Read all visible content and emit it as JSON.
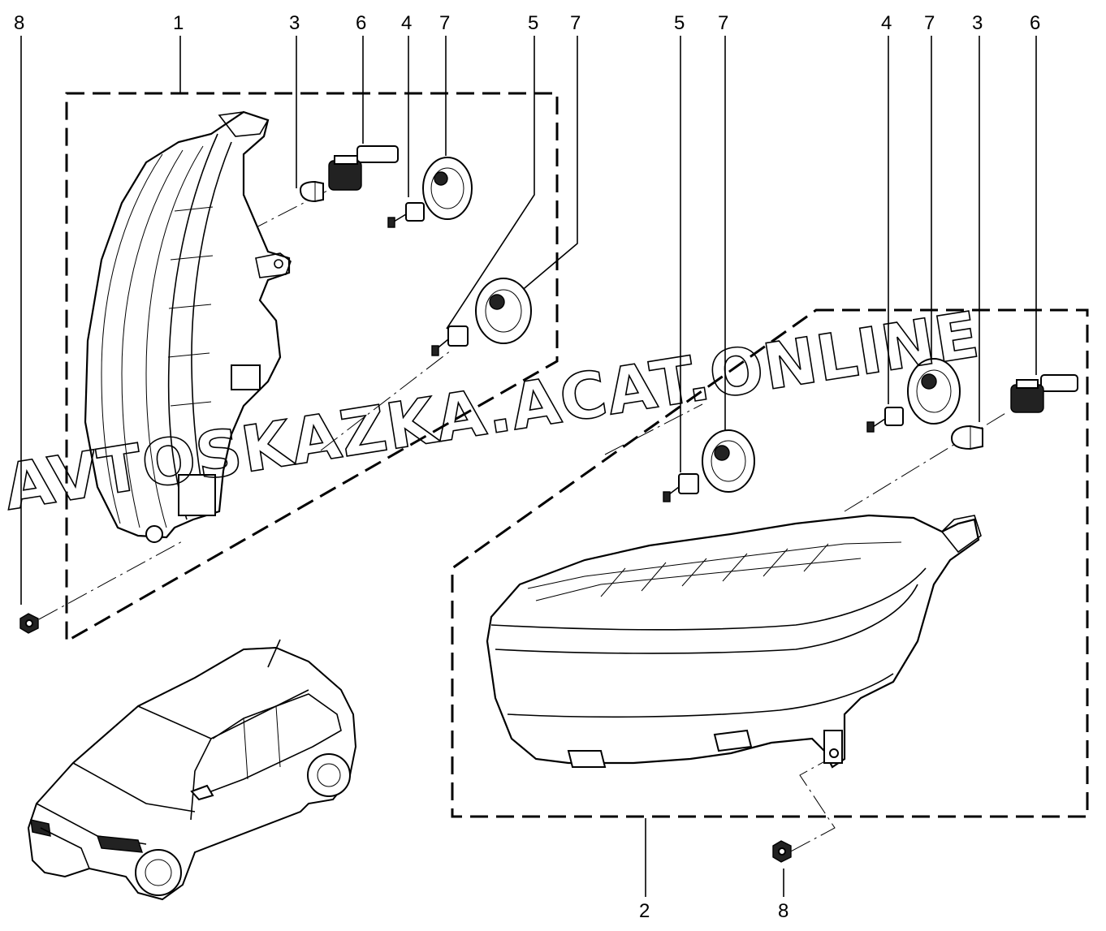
{
  "callouts_top_left": [
    "8",
    "1",
    "3",
    "6",
    "4",
    "7",
    "5",
    "7"
  ],
  "callouts_top_right": [
    "5",
    "7",
    "4",
    "7",
    "3",
    "6"
  ],
  "callout_bottom_2": "2",
  "callout_bottom_8": "8",
  "watermark": "AVTOSKAZKA.ACAT.ONLINE"
}
